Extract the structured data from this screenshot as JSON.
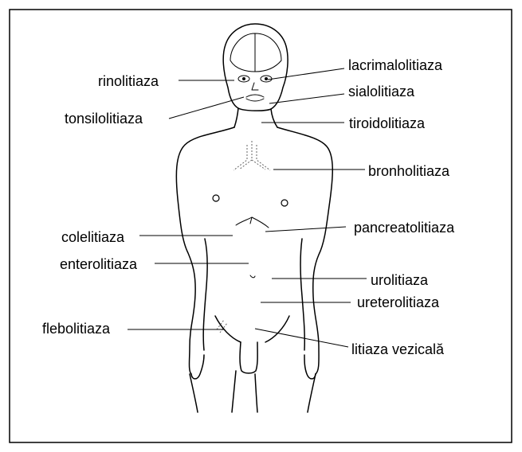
{
  "labels": {
    "rinolitiaza": "rinolitiaza",
    "tonsilolitiaza": "tonsilolitiaza",
    "lacrimalolitiaza": "lacrimalolitiaza",
    "sialolitiaza": "sialolitiaza",
    "tiroidolitiaza": "tiroidolitiaza",
    "bronholitiaza": "bronholitiaza",
    "colelitiaza": "colelitiaza",
    "pancreatolitiaza": "pancreatolitiaza",
    "enterolitiaza": "enterolitiaza",
    "urolitiaza": "urolitiaza",
    "ureterolitiaza": "ureterolitiaza",
    "flebolitiaza": "flebolitiaza",
    "litiaza_vezicala": "litiaza vezicală"
  },
  "colors": {
    "line": "#000000",
    "dashed_organ": "#666666",
    "background": "#ffffff"
  }
}
